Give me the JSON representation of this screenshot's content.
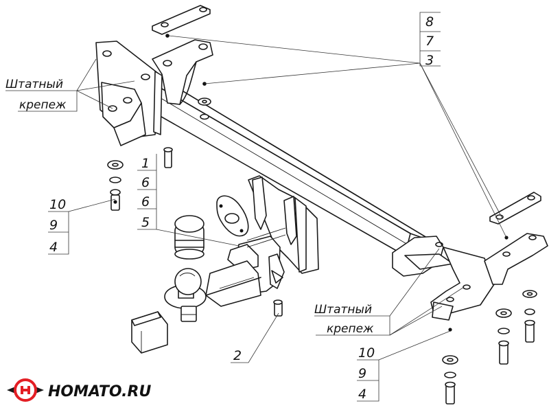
{
  "callouts": {
    "top_right": [
      "8",
      "7",
      "3"
    ],
    "left_ball": [
      "1",
      "6",
      "6",
      "5"
    ],
    "left_bottom": [
      "10",
      "9",
      "4"
    ],
    "right_bottom": [
      "10",
      "9",
      "4"
    ],
    "bolt_label": "2"
  },
  "notes": {
    "left": [
      "Штатный",
      "крепеж"
    ],
    "right": [
      "Штатный",
      "крепеж"
    ]
  },
  "brand": {
    "name": "HOMATO.RU",
    "colors": {
      "logo_red": "#e31e24",
      "logo_dark": "#1a1a1a",
      "line": "#1a1a1a"
    }
  }
}
